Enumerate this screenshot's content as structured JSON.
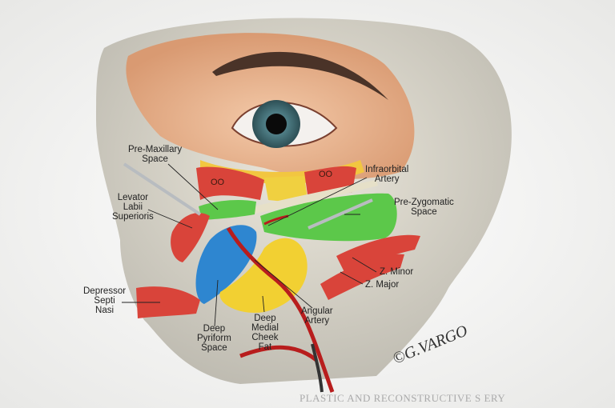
{
  "labels": {
    "pre_maxillary": "Pre-Maxillary\nSpace",
    "levator": "Levator\nLabii\nSuperioris",
    "infraorbital": "Infraorbital\nArtery",
    "pre_zygomatic": "Pre-Zygomatic\nSpace",
    "z_minor": "Z. Minor",
    "z_major": "Z. Major",
    "depressor": "Depressor\nSepti\nNasi",
    "deep_pyriform": "Deep\nPyriform\nSpace",
    "deep_medial": "Deep\nMedial\nCheek\nFat",
    "angular": "Angular\nArtery",
    "oo_left": "OO",
    "oo_right": "OO"
  },
  "signature": "©G.VARGO",
  "watermark": "PLASTIC AND RECONSTRUCTIVE S      ERY",
  "colors": {
    "bone": "#dcd8cc",
    "skin": "#e9b48f",
    "muscle": "#d9443a",
    "green": "#5cc84a",
    "blue": "#2e86d0",
    "fat": "#f2d032",
    "artery": "#b81d1d"
  }
}
